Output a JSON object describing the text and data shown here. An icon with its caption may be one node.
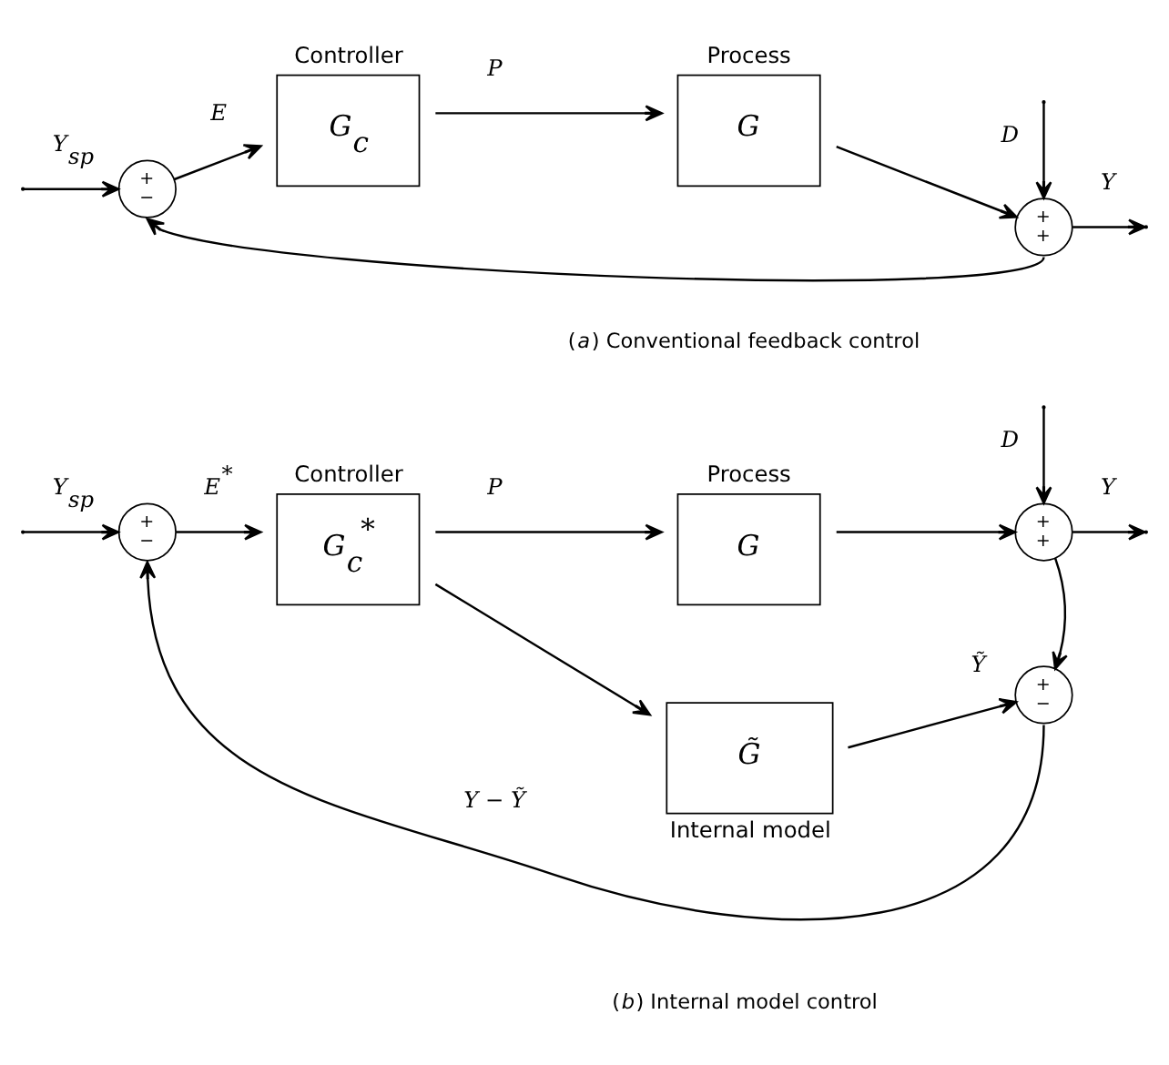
{
  "diagram": {
    "nodes": [
      {
        "text": [
          "+",
          "−"
        ]
      },
      {
        "text": [
          "Controller",
          "G$_{c}$"
        ]
      },
      {
        "text": [
          "Process",
          "G"
        ]
      },
      {
        "text": [
          "+",
          "+"
        ]
      },
      {
        "text": [
          "+",
          "−"
        ]
      },
      {
        "text": [
          "Controller",
          "G$_{c}$$^{*}$"
        ]
      },
      {
        "text": [
          "Process",
          "G"
        ]
      },
      {
        "text": [
          "+",
          "+"
        ]
      },
      {
        "text": [
          "G̃",
          "Internal model"
        ]
      },
      {
        "text": [
          "+",
          "−"
        ]
      }
    ],
    "edges": [
      {
        "from": null,
        "to": 0,
        "arrow": "to",
        "label": "Y$_{sp}$"
      },
      {
        "from": 0,
        "to": 1,
        "arrow": "to",
        "label": "E"
      },
      {
        "from": 1,
        "to": 2,
        "arrow": "to",
        "label": "P"
      },
      {
        "from": 2,
        "to": 3,
        "arrow": "to"
      },
      {
        "from": null,
        "to": 3,
        "arrow": "to",
        "label": "D"
      },
      {
        "from": 3,
        "to": null,
        "arrow": "to",
        "label": "Y"
      },
      {
        "from": 3,
        "to": 0,
        "arrow": "to"
      },
      {
        "from": null,
        "to": 4,
        "arrow": "to",
        "label": "Y$_{sp}$"
      },
      {
        "from": 4,
        "to": 5,
        "arrow": "to",
        "label": "E$^{*}$"
      },
      {
        "from": 5,
        "to": 6,
        "arrow": "to",
        "label": "P"
      },
      {
        "from": 5,
        "to": 8,
        "arrow": "to"
      },
      {
        "from": 6,
        "to": 7,
        "arrow": "to"
      },
      {
        "from": null,
        "to": 7,
        "arrow": "to",
        "label": "D"
      },
      {
        "from": 7,
        "to": null,
        "arrow": "to",
        "label": "Y"
      },
      {
        "from": 7,
        "to": 9,
        "arrow": "to"
      },
      {
        "from": 8,
        "to": 9,
        "arrow": "to",
        "label": "Ỹ"
      },
      {
        "from": 9,
        "to": 4,
        "arrow": "to",
        "label": "Y − Ỹ"
      }
    ],
    "labels": [
      "(*a*) Conventional feedback control",
      "(*b*) Internal model control"
    ]
  }
}
